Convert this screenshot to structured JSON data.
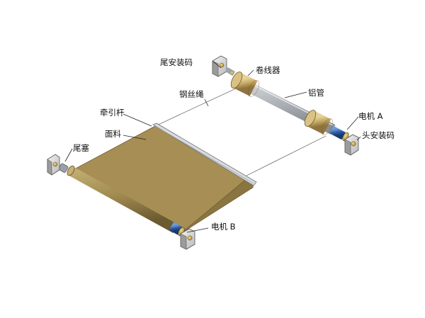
{
  "labels": {
    "tail_mount": "尾安装码",
    "winder": "卷线器",
    "aluminum_tube": "铝管",
    "steel_wire": "钢丝绳",
    "pull_rod": "牵引杆",
    "fabric": "面料",
    "tail_plug": "尾塞",
    "motor_a": "电机 A",
    "head_mount": "头安装码",
    "motor_b": "电机 B"
  },
  "colors": {
    "fabric": "#a68e54",
    "winder": "#c9ad6b",
    "tube": "#c2c6cc",
    "motor": "#2d5fa6",
    "bracket": "#e2e2e2",
    "brass": "#d4b35a"
  }
}
